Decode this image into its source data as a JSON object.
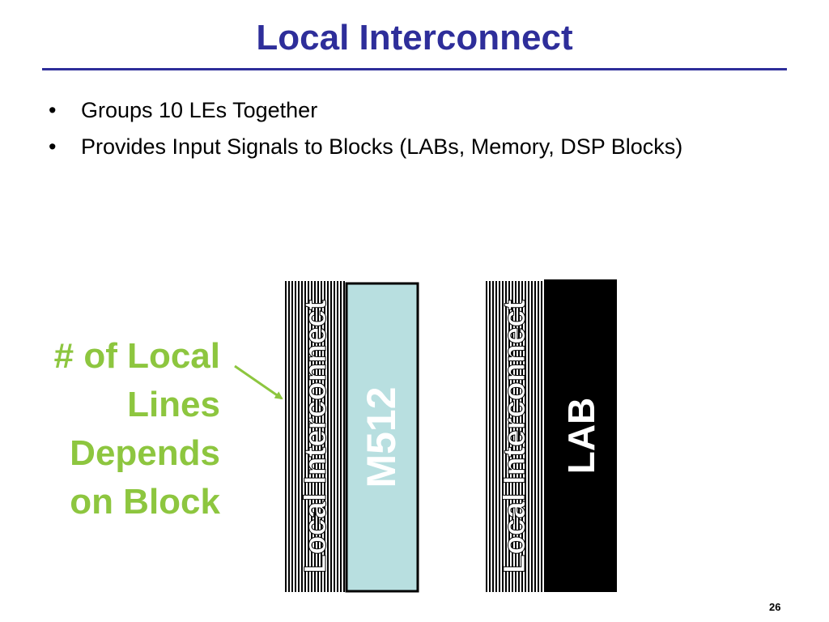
{
  "slide": {
    "title": "Local Interconnect",
    "bullets": [
      {
        "marker": "•",
        "text": "Groups 10 LEs Together"
      },
      {
        "marker": "•",
        "text": "Provides Input Signals to Blocks (LABs, Memory, DSP Blocks)"
      }
    ],
    "callout_lines": [
      "# of Local",
      "Lines",
      "Depends",
      "on Block"
    ],
    "page_number": "26"
  },
  "diagram": {
    "interconnect_label": "Local Interconnect",
    "block_m512_label": "M512",
    "block_lab_label": "LAB"
  },
  "colors": {
    "title": "#2e2e9a",
    "callout": "#8dc63f",
    "m512_fill": "#b8dfe0",
    "lab_fill": "#000000"
  }
}
